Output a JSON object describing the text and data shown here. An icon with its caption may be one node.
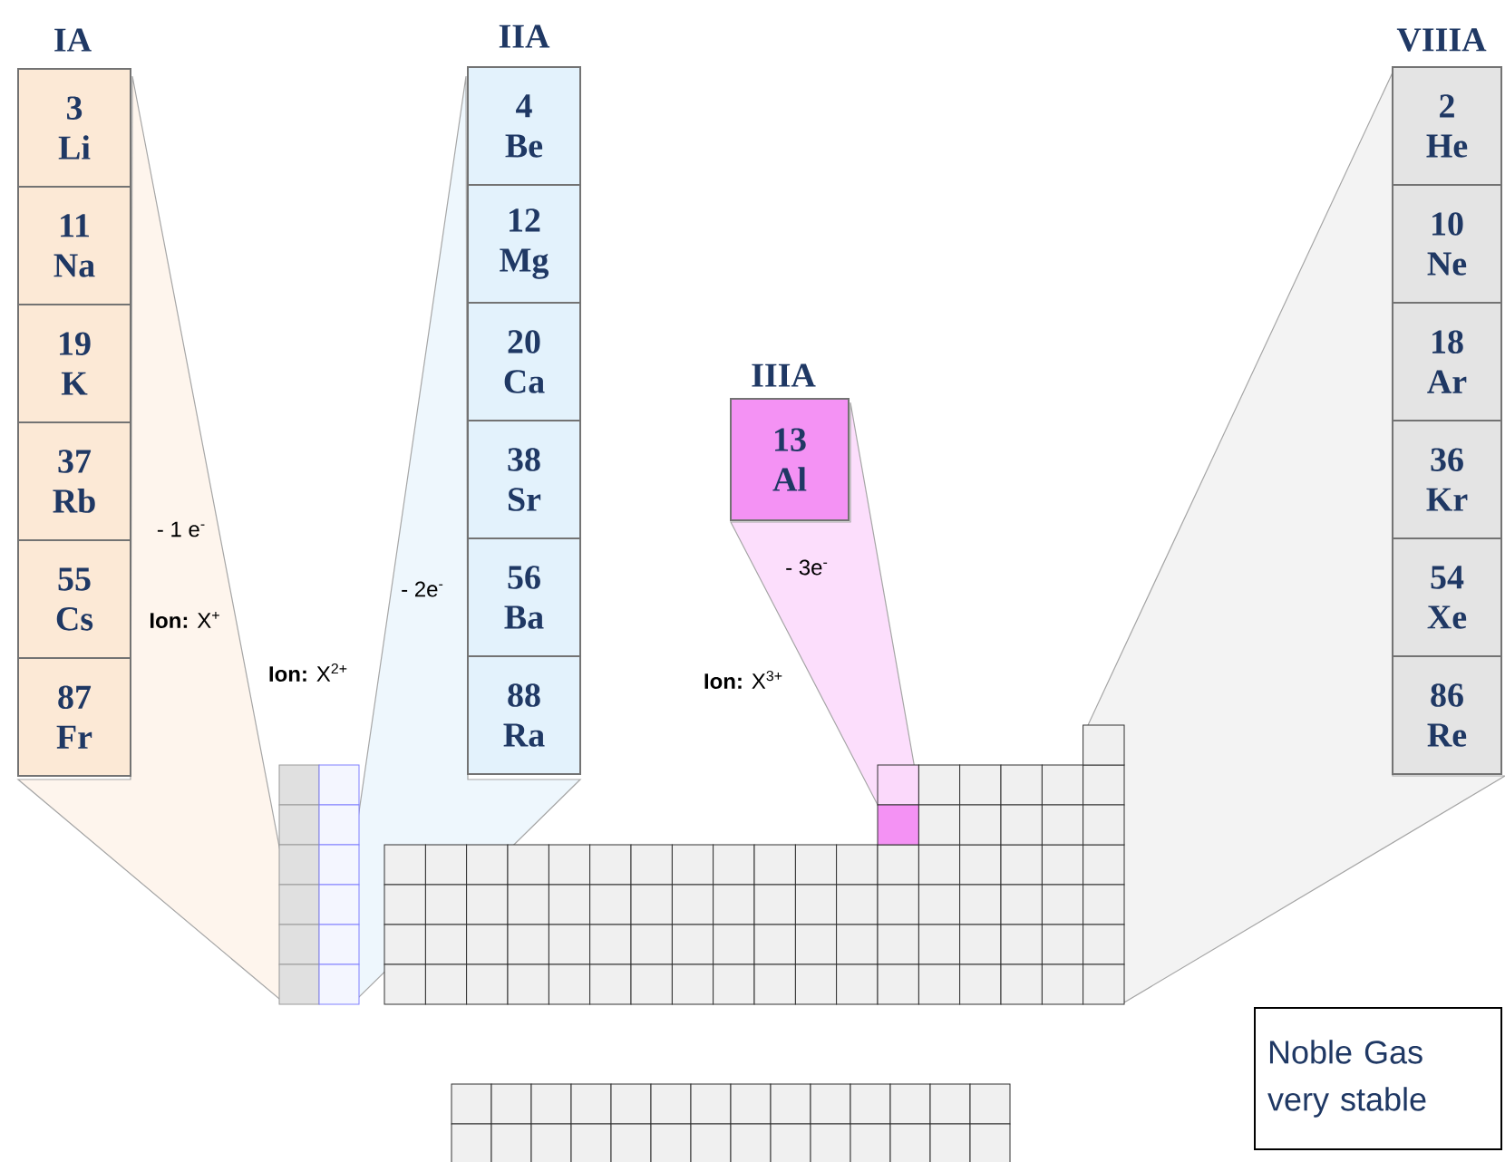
{
  "diagram": {
    "nodes": [
      {
        "text": [
          "3",
          "Li"
        ]
      },
      {
        "text": [
          "11",
          "Na"
        ]
      },
      {
        "text": [
          "19",
          "K"
        ]
      },
      {
        "text": [
          "37",
          "Rb"
        ]
      },
      {
        "text": [
          "55",
          "Cs"
        ]
      },
      {
        "text": [
          "87",
          "Fr"
        ]
      },
      {
        "text": [
          "4",
          "Be"
        ]
      },
      {
        "text": [
          "12",
          "Mg"
        ]
      },
      {
        "text": [
          "20",
          "Ca"
        ]
      },
      {
        "text": [
          "38",
          "Sr"
        ]
      },
      {
        "text": [
          "56",
          "Ba"
        ]
      },
      {
        "text": [
          "88",
          "Ra"
        ]
      },
      {
        "text": [
          "13",
          "Al"
        ]
      },
      {
        "text": [
          "2",
          "He"
        ]
      },
      {
        "text": [
          "10",
          "Ne"
        ]
      },
      {
        "text": [
          "18",
          "Ar"
        ]
      },
      {
        "text": [
          "36",
          "Kr"
        ]
      },
      {
        "text": [
          "54",
          "Xe"
        ]
      },
      {
        "text": [
          "86",
          "Re"
        ]
      },
      {
        "text": [
          "Noble Gas very stable"
        ]
      }
    ],
    "labels": [
      "IA",
      "IIA",
      "IIIA",
      "VIIIA",
      "- 1 e$^{-}$",
      "**Ion:** X$^{+}$",
      "- 2e$^{-}$",
      "**Ion:** X$^{2+}$",
      "- 3e$^{-}$",
      "**Ion:** X$^{3+}$"
    ]
  }
}
